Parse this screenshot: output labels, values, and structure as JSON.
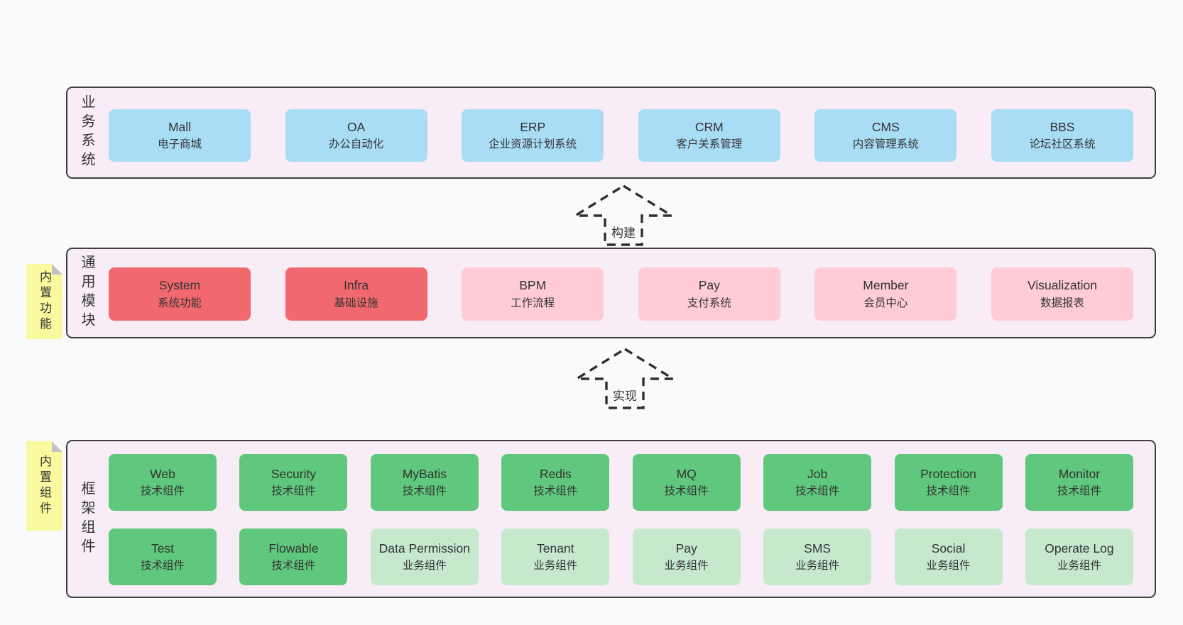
{
  "colors": {
    "page_bg": "#fafafa",
    "panel_bg": "#f8edf6",
    "panel_border": "#3f3f3f",
    "business_box": "#a9dcf5",
    "core_module_box": "#f1696e",
    "optional_module_box": "#ffccd5",
    "tech_component_box": "#5fc87c",
    "biz_component_box": "#c6e9ce",
    "note_bg": "#faf9a0"
  },
  "arrows": {
    "build": "构建",
    "implement": "实现"
  },
  "layers": {
    "business": {
      "label": "业务系统",
      "boxes": [
        {
          "title": "Mall",
          "subtitle": "电子商城"
        },
        {
          "title": "OA",
          "subtitle": "办公自动化"
        },
        {
          "title": "ERP",
          "subtitle": "企业资源计划系统"
        },
        {
          "title": "CRM",
          "subtitle": "客户关系管理"
        },
        {
          "title": "CMS",
          "subtitle": "内容管理系统"
        },
        {
          "title": "BBS",
          "subtitle": "论坛社区系统"
        }
      ]
    },
    "modules": {
      "label": "通用模块",
      "note": "内置功能",
      "boxes": [
        {
          "title": "System",
          "subtitle": "系统功能"
        },
        {
          "title": "Infra",
          "subtitle": "基础设施"
        },
        {
          "title": "BPM",
          "subtitle": "工作流程"
        },
        {
          "title": "Pay",
          "subtitle": "支付系统"
        },
        {
          "title": "Member",
          "subtitle": "会员中心"
        },
        {
          "title": "Visualization",
          "subtitle": "数据报表"
        }
      ]
    },
    "framework": {
      "label": "框架组件",
      "note": "内置组件",
      "row1": [
        {
          "title": "Web",
          "subtitle": "技术组件"
        },
        {
          "title": "Security",
          "subtitle": "技术组件"
        },
        {
          "title": "MyBatis",
          "subtitle": "技术组件"
        },
        {
          "title": "Redis",
          "subtitle": "技术组件"
        },
        {
          "title": "MQ",
          "subtitle": "技术组件"
        },
        {
          "title": "Job",
          "subtitle": "技术组件"
        },
        {
          "title": "Protection",
          "subtitle": "技术组件"
        },
        {
          "title": "Monitor",
          "subtitle": "技术组件"
        }
      ],
      "row2": [
        {
          "title": "Test",
          "subtitle": "技术组件"
        },
        {
          "title": "Flowable",
          "subtitle": "技术组件"
        },
        {
          "title": "Data Permission",
          "subtitle": "业务组件"
        },
        {
          "title": "Tenant",
          "subtitle": "业务组件"
        },
        {
          "title": "Pay",
          "subtitle": "业务组件"
        },
        {
          "title": "SMS",
          "subtitle": "业务组件"
        },
        {
          "title": "Social",
          "subtitle": "业务组件"
        },
        {
          "title": "Operate Log",
          "subtitle": "业务组件"
        }
      ]
    }
  }
}
